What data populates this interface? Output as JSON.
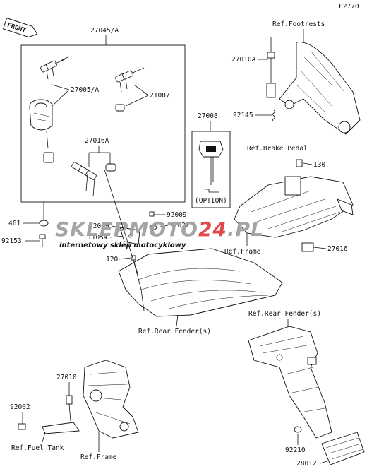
{
  "figure_code": "F2770",
  "front_badge": "FRONT",
  "kit_box_label": "27045/A",
  "option_label": "(OPTION)",
  "watermark": {
    "title_part1": "SKLEP",
    "title_part2": "MOTO",
    "title_part3": "24",
    "title_part4": ".PL",
    "subtitle": "internetowy sklep motocyklowy",
    "color_main": "#9a9a9a",
    "color_accent": "#e04a4a"
  },
  "parts": {
    "p27005A": "27005/A",
    "p21007": "21007",
    "p27016A": "27016A",
    "p461": "461",
    "p92153": "92153",
    "p27008": "27008",
    "p27010A": "27010A",
    "p92145": "92145",
    "p130": "130",
    "p92009a": "92009",
    "p92009b": "92009",
    "p92022": "92022",
    "p11054": "11054",
    "p120": "120",
    "p27016": "27016",
    "p27010": "27010",
    "p92002": "92002",
    "p92210": "92210",
    "p28012": "28012"
  },
  "refs": {
    "footrests": "Ref.Footrests",
    "brake_pedal": "Ref.Brake Pedal",
    "frame_upper": "Ref.Frame",
    "rear_fender_lower": "Ref.Rear Fender(s)",
    "rear_fender_upper": "Ref.Rear Fender(s)",
    "fuel_tank": "Ref.Fuel Tank",
    "frame_lower": "Ref.Frame"
  }
}
